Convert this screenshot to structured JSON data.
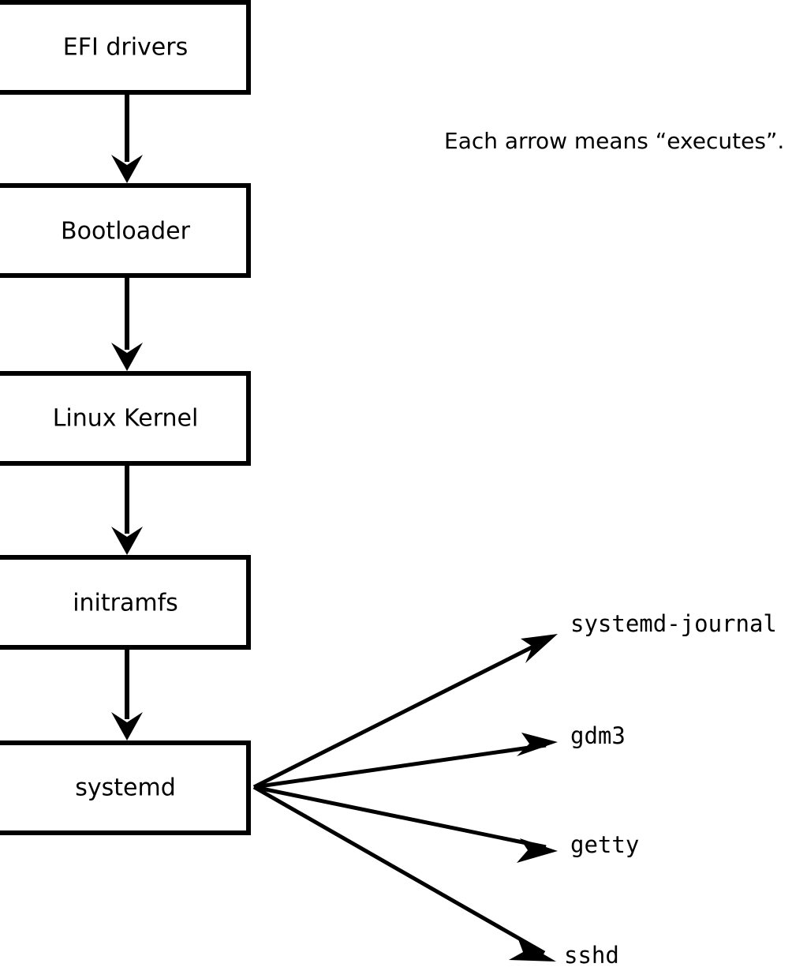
{
  "diagram": {
    "annotation": "Each arrow means “executes”.",
    "boot_chain": [
      {
        "label": "EFI drivers"
      },
      {
        "label": "Bootloader"
      },
      {
        "label": "Linux Kernel"
      },
      {
        "label": "initramfs"
      },
      {
        "label": "systemd"
      }
    ],
    "services": [
      {
        "label": "systemd-journal"
      },
      {
        "label": "gdm3"
      },
      {
        "label": "getty"
      },
      {
        "label": "sshd"
      }
    ],
    "colors": {
      "background": "#ffffff",
      "stroke": "#000000",
      "box_fill": "#ffffff",
      "text": "#000000"
    }
  }
}
